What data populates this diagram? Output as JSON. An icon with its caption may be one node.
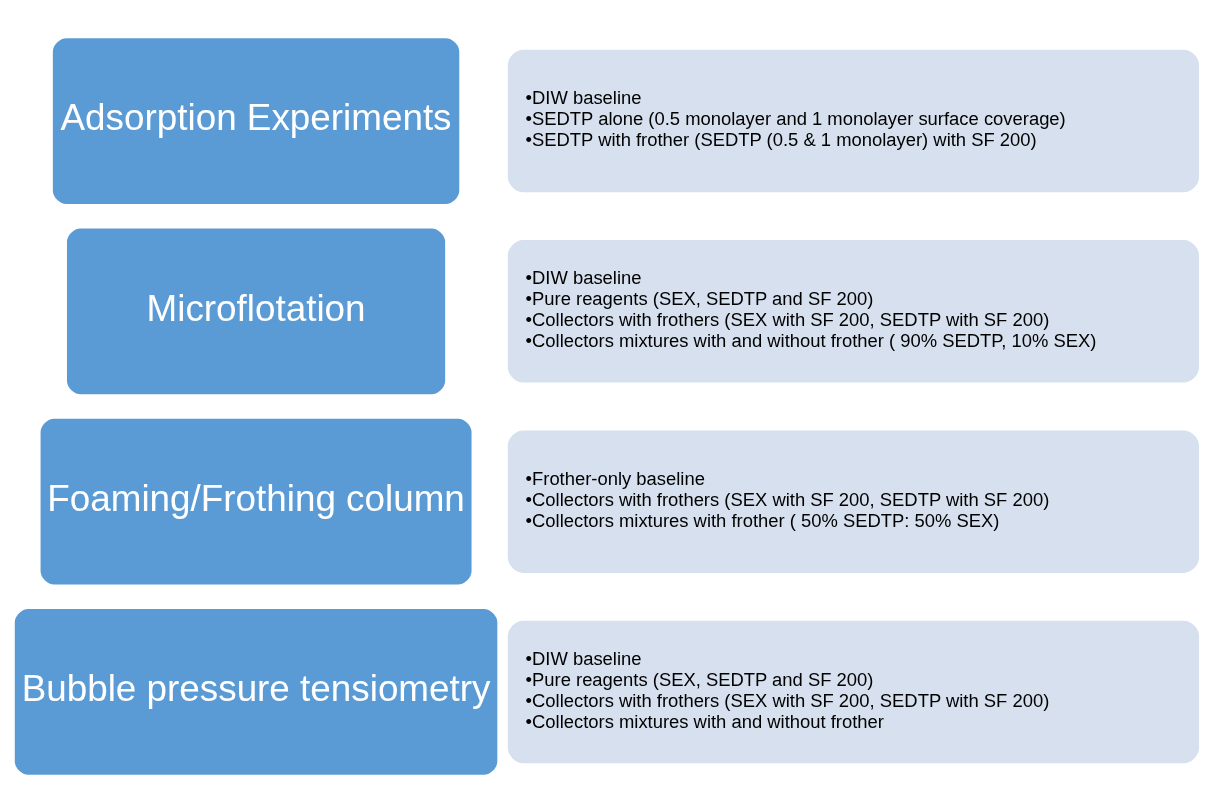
{
  "diagram": {
    "nodes": [
      {
        "text": [
          "Bubble pressure tensiometry"
        ]
      },
      {
        "text": [
          "•DIW baseline",
          "•Pure reagents (SEX, SEDTP and SF 200)",
          "•Collectors with frothers (SEX with SF 200, SEDTP with SF 200)",
          "•Collectors mixtures with and without frother"
        ]
      },
      {
        "text": [
          "Foaming/Frothing column"
        ]
      },
      {
        "text": [
          "•Frother-only baseline",
          "•Collectors with frothers (SEX with SF 200, SEDTP with SF 200)",
          "•Collectors mixtures with frother ( 50% SEDTP: 50% SEX)"
        ]
      },
      {
        "text": [
          "Microflotation"
        ]
      },
      {
        "text": [
          "•DIW baseline",
          "•Pure reagents (SEX, SEDTP and SF 200)",
          "•Collectors with frothers (SEX with SF 200, SEDTP with SF 200)",
          "•Collectors mixtures with and without frother ( 90% SEDTP, 10% SEX)"
        ]
      },
      {
        "text": [
          "Adsorption Experiments"
        ]
      },
      {
        "text": [
          "•DIW baseline",
          "•SEDTP alone (0.5 monolayer and 1 monolayer surface coverage)",
          "•SEDTP with frother (SEDTP (0.5 & 1 monolayer) with SF 200)"
        ]
      }
    ],
    "edges": []
  }
}
